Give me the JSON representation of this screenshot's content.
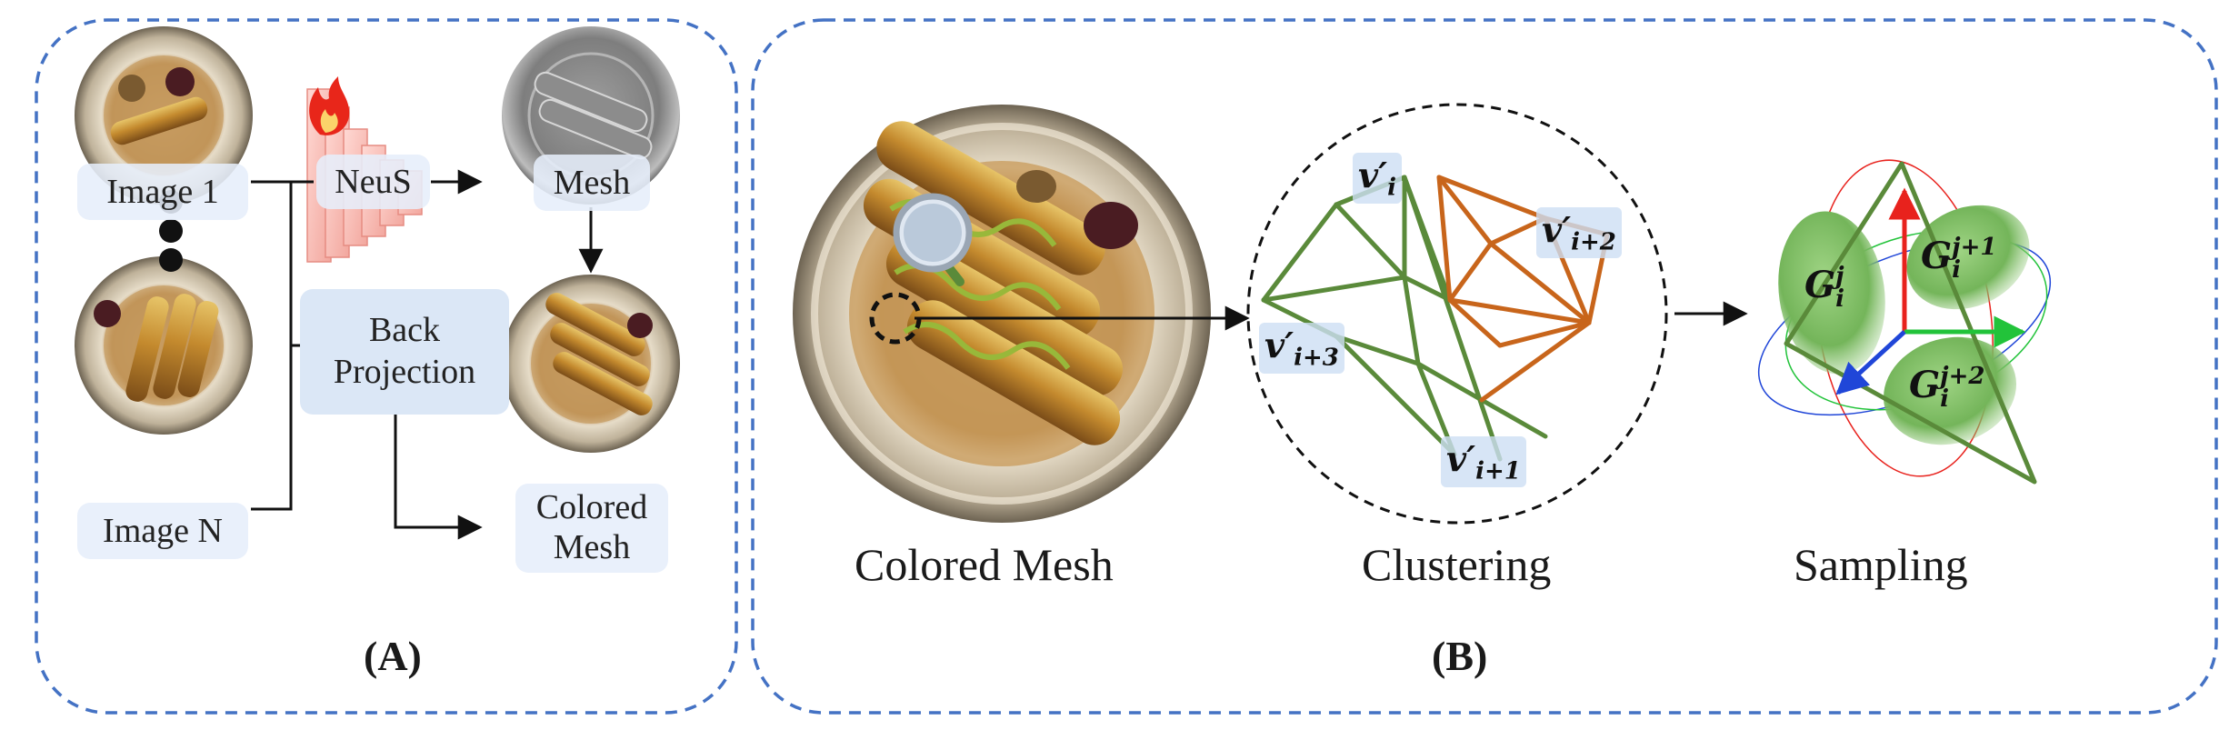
{
  "panel_a": {
    "label": "(A)",
    "image_first": "Image 1",
    "image_last": "Image N",
    "neus": "NeuS",
    "mesh": "Mesh",
    "back_projection_line1": "Back",
    "back_projection_line2": "Projection",
    "colored_mesh_line1": "Colored",
    "colored_mesh_line2": "Mesh"
  },
  "panel_b": {
    "label": "(B)",
    "caption_colored_mesh": "Colored Mesh",
    "caption_clustering": "Clustering",
    "caption_sampling": "Sampling",
    "vertices": [
      {
        "base": "v",
        "prime": "′",
        "sub": "i"
      },
      {
        "base": "v",
        "prime": "′",
        "sub": "i+2"
      },
      {
        "base": "v",
        "prime": "′",
        "sub": "i+3"
      },
      {
        "base": "v",
        "prime": "′",
        "sub": "i+1"
      }
    ],
    "gaussians": [
      {
        "base": "G",
        "sup": "j",
        "sub": "i"
      },
      {
        "base": "G",
        "sup": "j+1",
        "sub": "i"
      },
      {
        "base": "G",
        "sup": "j+2",
        "sub": "i"
      }
    ]
  },
  "colors": {
    "dashed_border": "#4472c4",
    "green_edge": "#5a8a3a",
    "orange_edge": "#c8651b",
    "gaussian": "#7fc064",
    "axis_red": "#e8221d",
    "axis_green": "#22c33a",
    "axis_blue": "#2046d8"
  },
  "icons": [
    "fire-icon",
    "magnifier-icon"
  ]
}
